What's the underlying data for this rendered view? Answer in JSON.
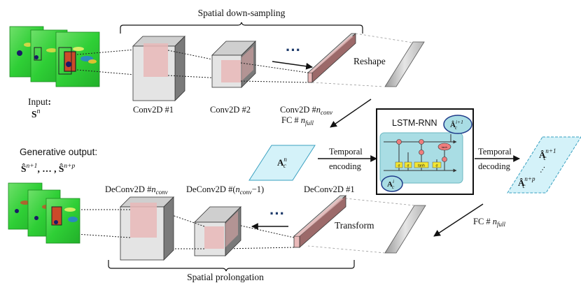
{
  "labels": {
    "spatial_down": "Spatial down-sampling",
    "spatial_up": "Spatial prolongation",
    "input": "Input",
    "input_colon": ":",
    "input_sym": "S",
    "input_sup": "n",
    "gen_output": "Generative output:",
    "gen_formula_left": "Ŝ",
    "gen_formula_sup1": "n+1",
    "gen_formula_mid": ", … , Ŝ",
    "gen_formula_sup2": "n+p",
    "conv1": "Conv2D #1",
    "conv2": "Conv2D #2",
    "convn_prefix": "Conv2D #",
    "convn_sub": "n",
    "convn_subsub": "conv",
    "reshape": "Reshape",
    "fc_top_prefix": "FC # ",
    "fc_top_n": "n",
    "fc_top_sub": "full",
    "fc_bot_prefix": "FC # ",
    "fc_bot_n": "n",
    "fc_bot_sub": "full",
    "lstm": "LSTM-RNN",
    "latent_A": "A",
    "latent_sub": "c",
    "latent_sup": "n",
    "temporal_enc_1": "Temporal",
    "temporal_enc_2": "encoding",
    "temporal_dec_1": "Temporal",
    "temporal_dec_2": "decoding",
    "out_A1": "Â",
    "out_A1_sub": "c",
    "out_A1_sup": "n+1",
    "out_dots": "…",
    "out_A2": "Â",
    "out_A2_sub": "c",
    "out_A2_sup": "n+p",
    "lstm_top_A": "Â",
    "lstm_top_sub": "c",
    "lstm_top_sup": "i+1",
    "lstm_bot_A": "A",
    "lstm_bot_sub": "c",
    "lstm_bot_sup": "i",
    "deconv_n_prefix": "DeConv2D #",
    "deconv_n_sub": "n",
    "deconv_n_subsub": "conv",
    "deconv_n1_prefix": "DeConv2D #(",
    "deconv_n1_sub": "n",
    "deconv_n1_subsub": "conv",
    "deconv_n1_suffix": "−1)",
    "deconv1": "DeConv2D #1",
    "transform": "Transform",
    "dots": "···",
    "gate_sigma1": "σ",
    "gate_sigma2": "σ",
    "gate_tanh": "tanh",
    "gate_sigma3": "σ",
    "gate_tanh_top": "tanh"
  },
  "colors": {
    "field_green": "#2fcf36",
    "box_face": "#e4e4e4",
    "box_side": "#7a7a7a",
    "box_top": "#c9c9c9",
    "kernel_pink": "#e9b9b9",
    "latent_cyan": "#d4f2f9",
    "lstm_bg": "#a9dde4",
    "gate_yellow": "#f2e633",
    "node_red": "#ef7d7d",
    "arrow_navy": "#1a2a4a",
    "dots_navy": "#1f3b6b"
  }
}
